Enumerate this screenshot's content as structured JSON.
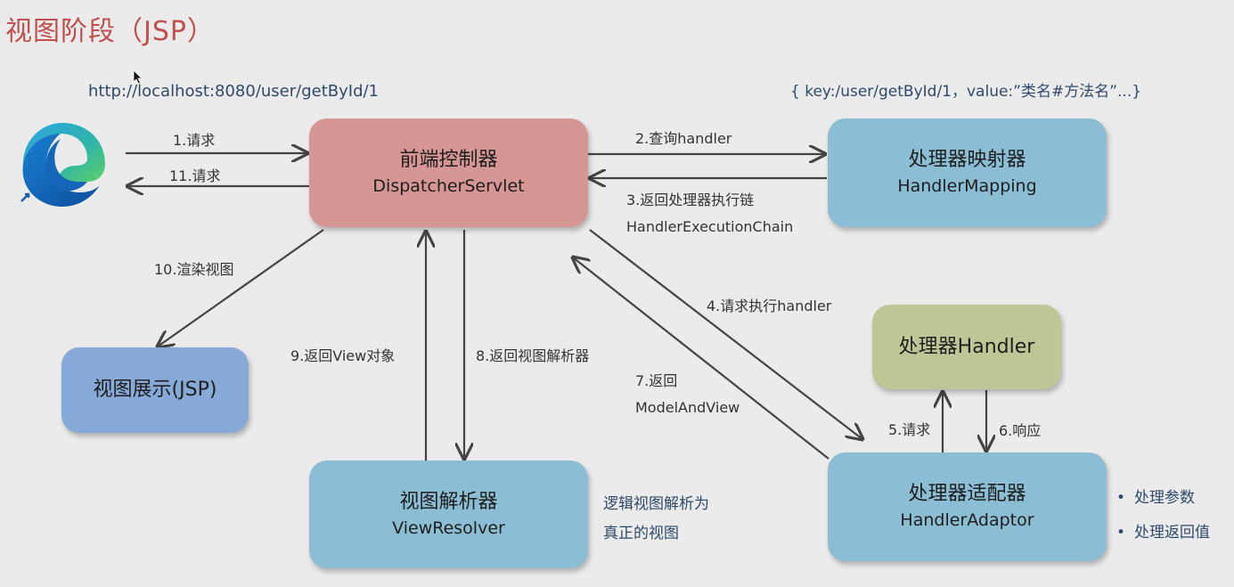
{
  "title": "视图阶段（JSP）",
  "request_url": "http://localhost:8080/user/getById/1",
  "mapping_info": "{ key:/user/getById/1，value:”类名#方法名”...}",
  "browser_icon": "edge-browser-icon",
  "colors": {
    "title": "#c0504d",
    "dispatcher": "#d59694",
    "component_blue": "#8bbdd4",
    "view_display": "#86a9d8",
    "handler": "#bec695",
    "arrow": "#444444"
  },
  "boxes": {
    "dispatcher": {
      "cn": "前端控制器",
      "en": "DispatcherServlet"
    },
    "handler_mapping": {
      "cn": "处理器映射器",
      "en": "HandlerMapping"
    },
    "handler": {
      "cn": "处理器Handler"
    },
    "handler_adaptor": {
      "cn": "处理器适配器",
      "en": "HandlerAdaptor"
    },
    "view_resolver": {
      "cn": "视图解析器",
      "en": "ViewResolver"
    },
    "view_display": {
      "cn": "视图展示(JSP)"
    }
  },
  "steps": {
    "s1": "1.请求",
    "s2": "2.查询handler",
    "s3a": "3.返回处理器执行链",
    "s3b": "HandlerExecutionChain",
    "s4": "4.请求执行handler",
    "s5": "5.请求",
    "s6": "6.响应",
    "s7a": "7.返回",
    "s7b": "ModelAndView",
    "s8": "8.返回视图解析器",
    "s9": "9.返回View对象",
    "s10": "10.渲染视图",
    "s11": "11.请求"
  },
  "resolver_note": [
    "逻辑视图解析为",
    "真正的视图"
  ],
  "adaptor_bullets": [
    "处理参数",
    "处理返回值"
  ]
}
